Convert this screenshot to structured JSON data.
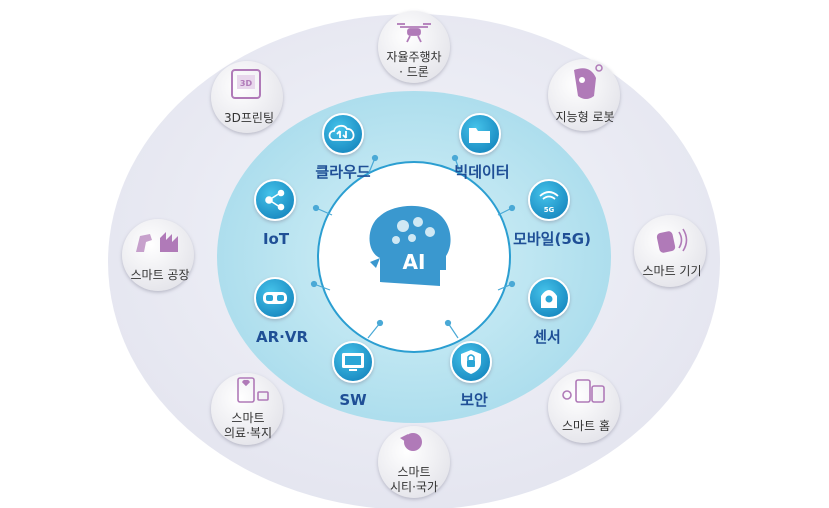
{
  "center": {
    "label": "AI",
    "icon": "brain-head-icon"
  },
  "technologies": [
    {
      "label": "클라우드",
      "icon": "cloud-sync-icon"
    },
    {
      "label": "빅데이터",
      "icon": "folder-icon"
    },
    {
      "label": "IoT",
      "icon": "network-nodes-icon"
    },
    {
      "label": "모바일(5G)",
      "icon": "wifi-5g-icon"
    },
    {
      "label": "AR·VR",
      "icon": "vr-headset-icon"
    },
    {
      "label": "센서",
      "icon": "sensor-icon"
    },
    {
      "label": "SW",
      "icon": "monitor-icon"
    },
    {
      "label": "보안",
      "icon": "security-lock-icon"
    }
  ],
  "applications": [
    {
      "label": "자율주행차\n· 드론",
      "icon": "drone-icon"
    },
    {
      "label": "지능형 로봇",
      "icon": "robot-head-icon"
    },
    {
      "label": "3D프린팅",
      "icon": "3d-printer-icon"
    },
    {
      "label": "스마트 기기",
      "icon": "smart-device-icon"
    },
    {
      "label": "스마트 공장",
      "icon": "factory-icon"
    },
    {
      "label": "스마트 홈",
      "icon": "smart-home-icon"
    },
    {
      "label": "스마트\n의료·복지",
      "icon": "medical-welfare-icon"
    },
    {
      "label": "스마트\n시티·국가",
      "icon": "smart-city-icon"
    }
  ],
  "icon_labels": {
    "printer": "3D",
    "network": "5G"
  },
  "colors": {
    "outer_ellipse": "#e8e9f3",
    "inner_ring": "#b9e3ef",
    "core": "#ffffff",
    "tech_circle": "#2aa6d6",
    "tech_label": "#1f4f96",
    "app_icon": "#b07ab8",
    "ai_head": "#3597cc"
  }
}
